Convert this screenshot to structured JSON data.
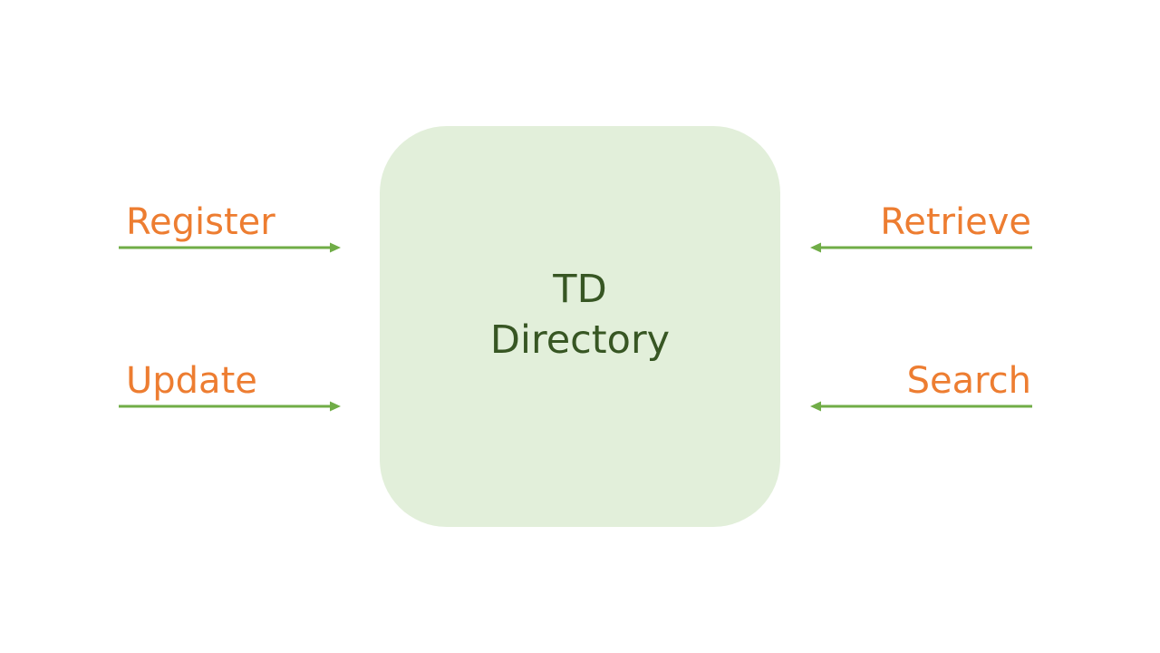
{
  "colors": {
    "box_fill": "#e2efda",
    "box_text": "#375623",
    "label_text": "#ed7d31",
    "arrow": "#70ad47"
  },
  "center_box": {
    "line1": "TD",
    "line2": "Directory"
  },
  "inputs": [
    {
      "label": "Register",
      "direction": "into-box"
    },
    {
      "label": "Update",
      "direction": "into-box"
    }
  ],
  "outputs": [
    {
      "label": "Retrieve",
      "direction": "into-box"
    },
    {
      "label": "Search",
      "direction": "into-box"
    }
  ]
}
